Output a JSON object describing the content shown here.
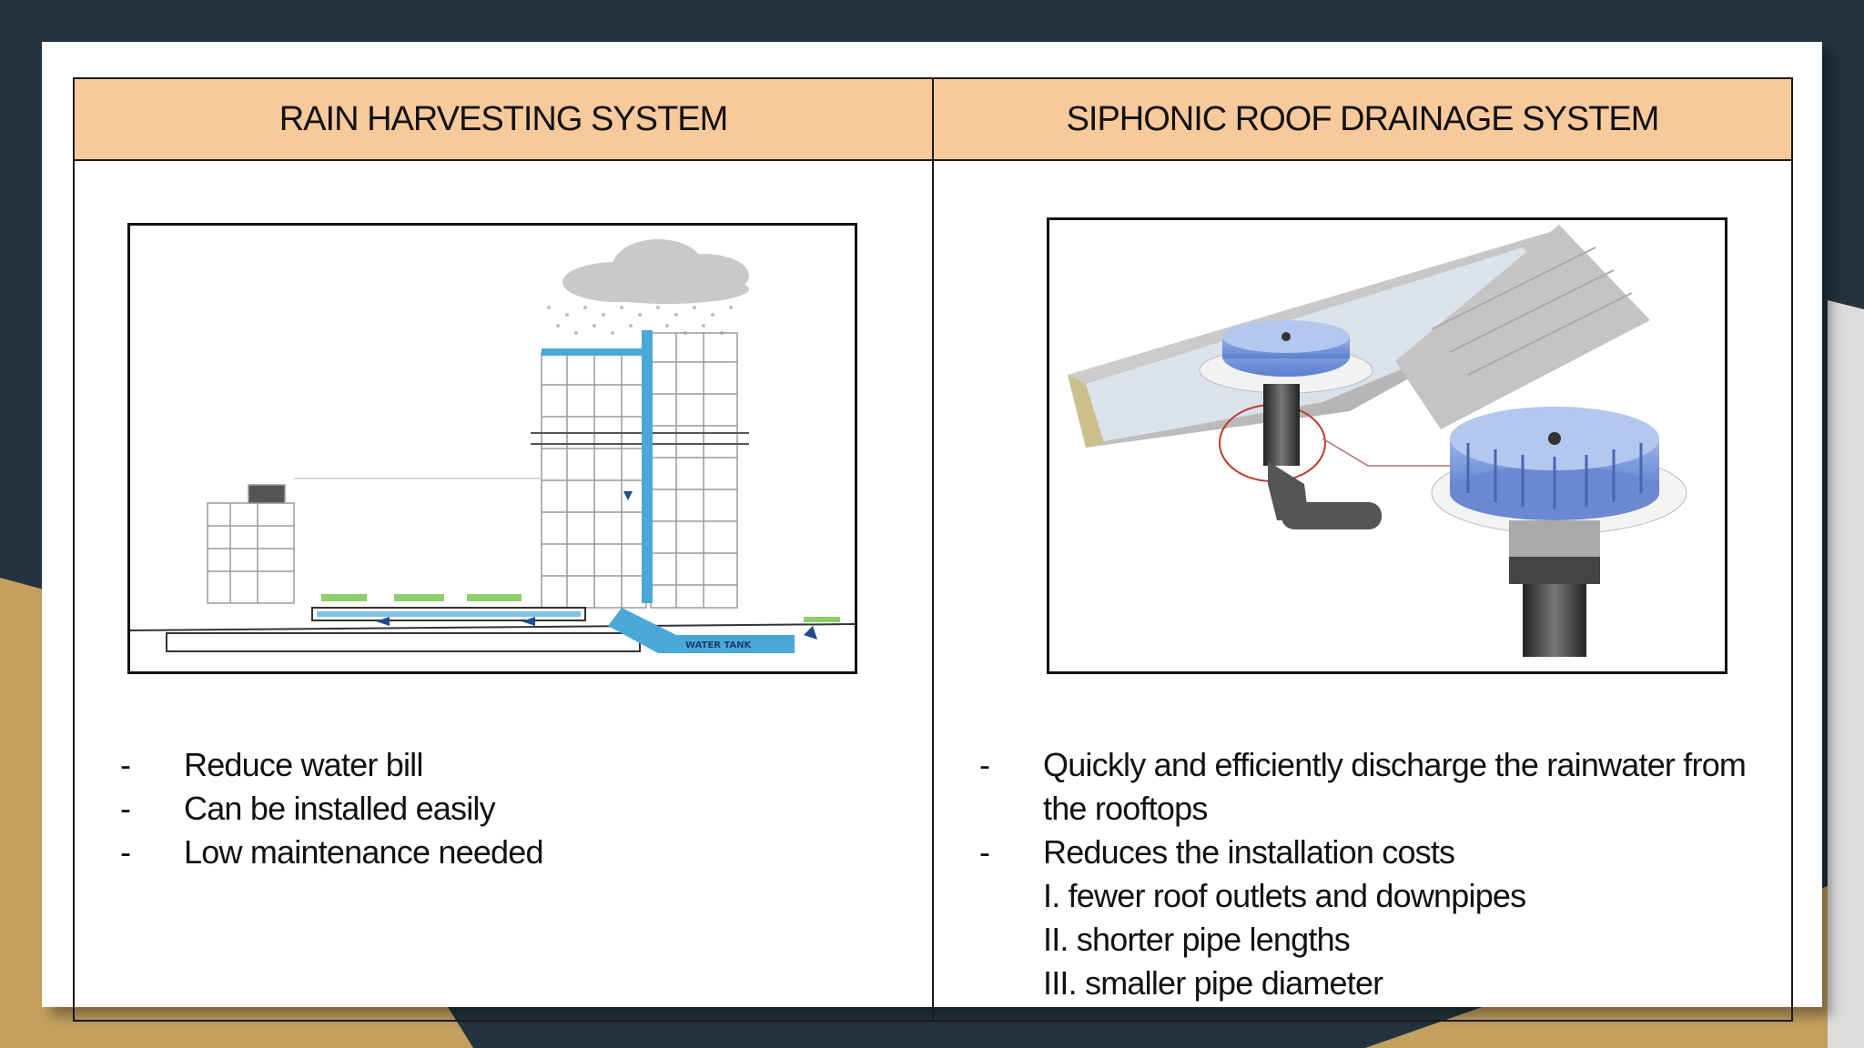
{
  "table": {
    "headers": [
      "RAIN HARVESTING SYSTEM",
      "SIPHONIC ROOF DRAINAGE SYSTEM"
    ]
  },
  "rain_harvesting": {
    "figure_label": "WATER TANK",
    "points": [
      "Reduce water bill",
      "Can be installed easily",
      "Low maintenance needed"
    ]
  },
  "siphonic": {
    "points": [
      "Quickly and efficiently discharge the rainwater from the rooftops",
      "Reduces the installation costs"
    ],
    "sub_points": [
      "I. fewer roof outlets and downpipes",
      "II. shorter pipe lengths",
      "III. smaller pipe diameter"
    ]
  },
  "colors": {
    "header_bg": "#f8ca9b",
    "dark_bg": "#23333f",
    "gold_accent": "#c4a05f",
    "pipe_blue": "#4aa8d8"
  }
}
